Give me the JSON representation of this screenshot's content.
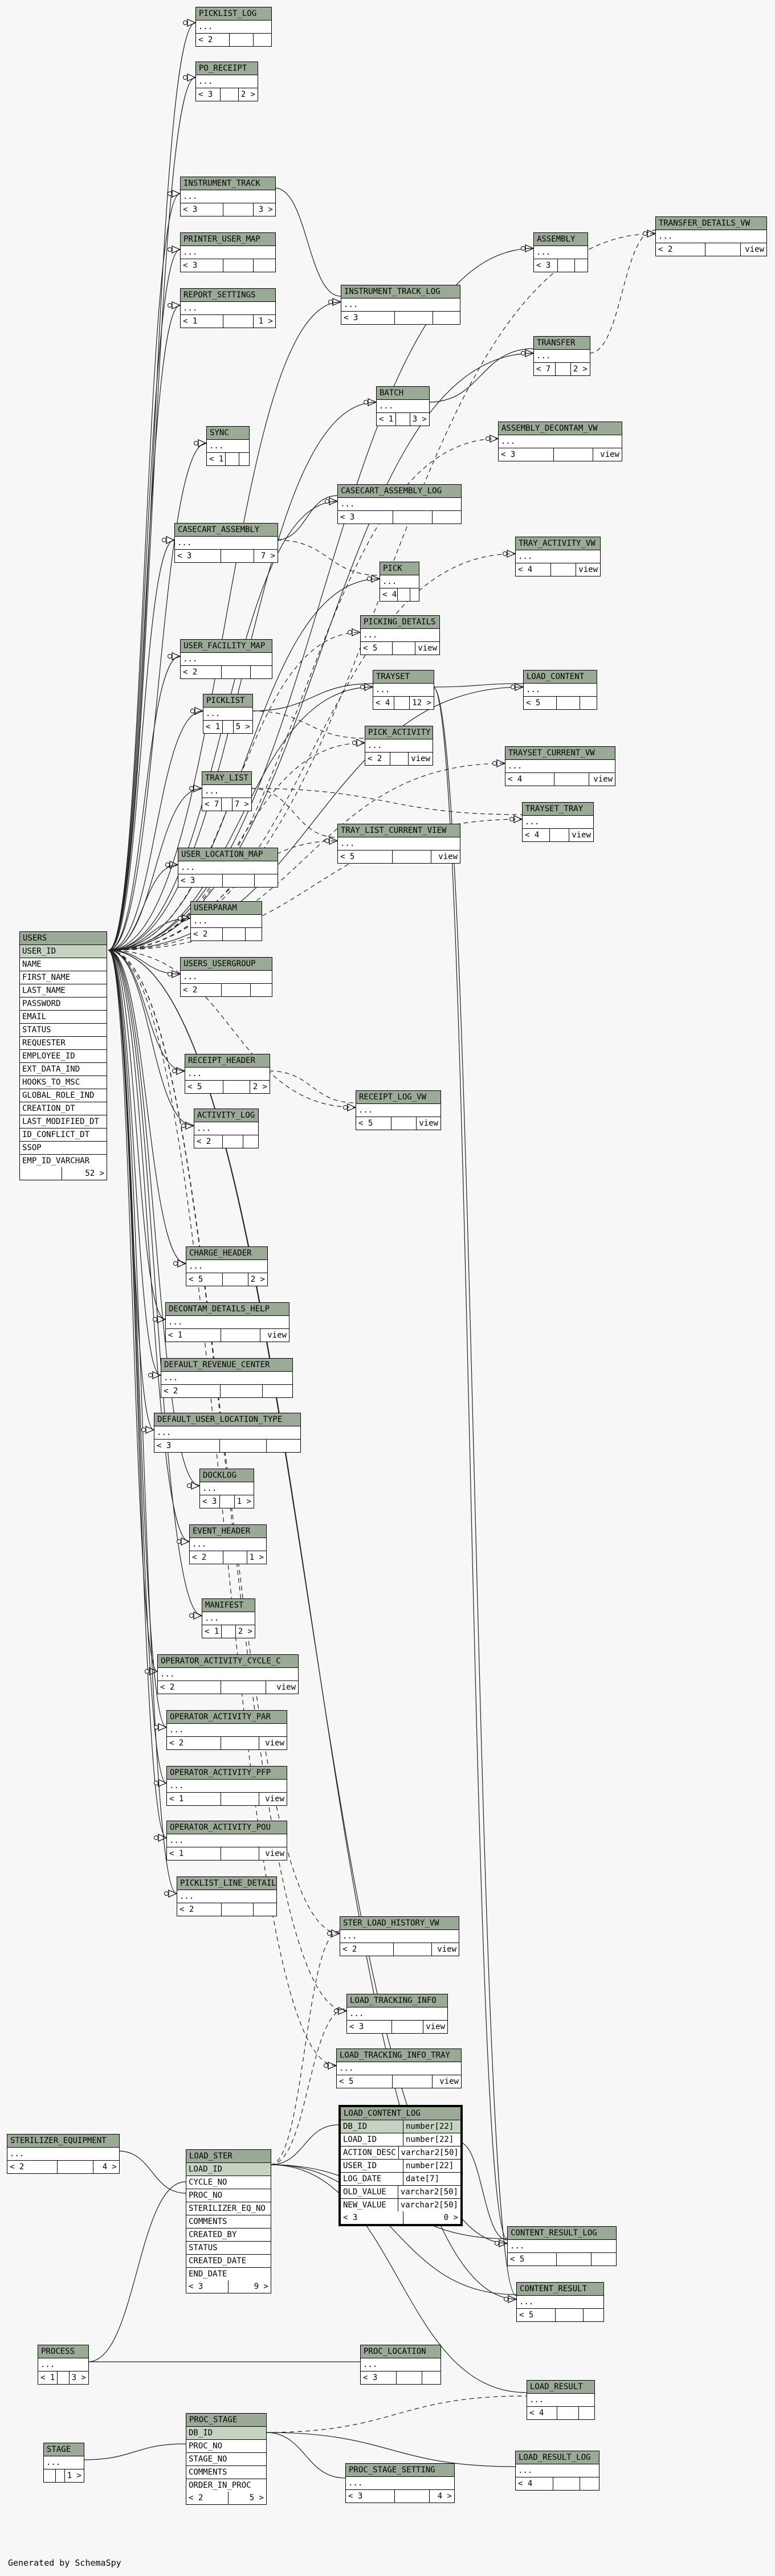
{
  "footer": "Generated by SchemaSpy",
  "tables": {
    "PICKLIST_LOG": {
      "title": "PICKLIST_LOG",
      "dots": "...",
      "left": "< 2",
      "right": ""
    },
    "PO_RECEIPT": {
      "title": "PO_RECEIPT",
      "dots": "...",
      "left": "< 3",
      "right": "2 >"
    },
    "INSTRUMENT_TRACK": {
      "title": "INSTRUMENT_TRACK",
      "dots": "...",
      "left": "< 3",
      "right": "3 >"
    },
    "PRINTER_USER_MAP": {
      "title": "PRINTER_USER_MAP",
      "dots": "...",
      "left": "< 3",
      "right": ""
    },
    "REPORT_SETTINGS": {
      "title": "REPORT_SETTINGS",
      "dots": "...",
      "left": "< 1",
      "right": "1 >"
    },
    "INSTRUMENT_TRACK_LOG": {
      "title": "INSTRUMENT_TRACK_LOG",
      "dots": "...",
      "left": "< 3",
      "right": ""
    },
    "ASSEMBLY": {
      "title": "ASSEMBLY",
      "dots": "...",
      "left": "< 3",
      "right": ""
    },
    "TRANSFER_DETAILS_VW": {
      "title": "TRANSFER_DETAILS_VW",
      "dots": "...",
      "left": "< 2",
      "right": "view"
    },
    "TRANSFER": {
      "title": "TRANSFER",
      "dots": "...",
      "left": "< 7",
      "right": "2 >"
    },
    "BATCH": {
      "title": "BATCH",
      "dots": "...",
      "left": "< 1",
      "right": "3 >"
    },
    "ASSEMBLY_DECONTAM_VW": {
      "title": "ASSEMBLY_DECONTAM_VW",
      "dots": "...",
      "left": "< 3",
      "right": "view"
    },
    "SYNC": {
      "title": "SYNC",
      "dots": "...",
      "left": "< 1",
      "right": ""
    },
    "CASECART_ASSEMBLY_LOG": {
      "title": "CASECART_ASSEMBLY_LOG",
      "dots": "...",
      "left": "< 3",
      "right": ""
    },
    "CASECART_ASSEMBLY": {
      "title": "CASECART_ASSEMBLY",
      "dots": "...",
      "left": "< 3",
      "right": "7 >"
    },
    "TRAY_ACTIVITY_VW": {
      "title": "TRAY_ACTIVITY_VW",
      "dots": "...",
      "left": "< 4",
      "right": "view"
    },
    "PICK": {
      "title": "PICK",
      "dots": "...",
      "left": "< 4",
      "right": ""
    },
    "PICKING_DETAILS": {
      "title": "PICKING_DETAILS",
      "dots": "...",
      "left": "< 5",
      "right": "view"
    },
    "USER_FACILITY_MAP": {
      "title": "USER_FACILITY_MAP",
      "dots": "...",
      "left": "< 2",
      "right": ""
    },
    "TRAYSET": {
      "title": "TRAYSET",
      "dots": "...",
      "left": "< 4",
      "right": "12 >"
    },
    "LOAD_CONTENT": {
      "title": "LOAD_CONTENT",
      "dots": "...",
      "left": "< 5",
      "right": ""
    },
    "PICKLIST": {
      "title": "PICKLIST",
      "dots": "...",
      "left": "< 1",
      "right": "5 >"
    },
    "PICK_ACTIVITY": {
      "title": "PICK_ACTIVITY",
      "dots": "...",
      "left": "< 2",
      "right": "view"
    },
    "TRAYSET_CURRENT_VW": {
      "title": "TRAYSET_CURRENT_VW",
      "dots": "...",
      "left": "< 4",
      "right": "view"
    },
    "TRAY_LIST": {
      "title": "TRAY_LIST",
      "dots": "...",
      "left": "< 7",
      "right": "7 >"
    },
    "TRAYSET_TRAY": {
      "title": "TRAYSET_TRAY",
      "dots": "...",
      "left": "< 4",
      "right": "view"
    },
    "TRAY_LIST_CURRENT_VIEW": {
      "title": "TRAY_LIST_CURRENT_VIEW",
      "dots": "...",
      "left": "< 5",
      "right": "view"
    },
    "USER_LOCATION_MAP": {
      "title": "USER_LOCATION_MAP",
      "dots": "...",
      "left": "< 3",
      "right": ""
    },
    "USERPARAM": {
      "title": "USERPARAM",
      "dots": "...",
      "left": "< 2",
      "right": ""
    },
    "USERS_USERGROUP": {
      "title": "USERS_USERGROUP",
      "dots": "...",
      "left": "< 2",
      "right": ""
    },
    "RECEIPT_HEADER": {
      "title": "RECEIPT_HEADER",
      "dots": "...",
      "left": "< 5",
      "right": "2 >"
    },
    "RECEIPT_LOG_VW": {
      "title": "RECEIPT_LOG_VW",
      "dots": "...",
      "left": "< 5",
      "right": "view"
    },
    "ACTIVITY_LOG": {
      "title": "ACTIVITY_LOG",
      "dots": "...",
      "left": "< 2",
      "right": ""
    },
    "CHARGE_HEADER": {
      "title": "CHARGE_HEADER",
      "dots": "...",
      "left": "< 5",
      "right": "2 >"
    },
    "DECONTAM_DETAILS_HELP": {
      "title": "DECONTAM_DETAILS_HELP",
      "dots": "...",
      "left": "< 1",
      "right": "view"
    },
    "DEFAULT_REVENUE_CENTER": {
      "title": "DEFAULT_REVENUE_CENTER",
      "dots": "...",
      "left": "< 2",
      "right": ""
    },
    "DEFAULT_USER_LOCATION_TYPE": {
      "title": "DEFAULT_USER_LOCATION_TYPE",
      "dots": "...",
      "left": "< 3",
      "right": ""
    },
    "DOCKLOG": {
      "title": "DOCKLOG",
      "dots": "...",
      "left": "< 3",
      "right": "1 >"
    },
    "EVENT_HEADER": {
      "title": "EVENT_HEADER",
      "dots": "...",
      "left": "< 2",
      "right": "1 >"
    },
    "MANIFEST": {
      "title": "MANIFEST",
      "dots": "...",
      "left": "< 1",
      "right": "2 >"
    },
    "OPERATOR_ACTIVITY_CYCLE_C": {
      "title": "OPERATOR_ACTIVITY_CYCLE_C",
      "dots": "...",
      "left": "< 2",
      "right": "view"
    },
    "OPERATOR_ACTIVITY_PAR": {
      "title": "OPERATOR_ACTIVITY_PAR",
      "dots": "...",
      "left": "< 2",
      "right": "view"
    },
    "OPERATOR_ACTIVITY_PFP": {
      "title": "OPERATOR_ACTIVITY_PFP",
      "dots": "...",
      "left": "< 1",
      "right": "view"
    },
    "OPERATOR_ACTIVITY_POU": {
      "title": "OPERATOR_ACTIVITY_POU",
      "dots": "...",
      "left": "< 1",
      "right": "view"
    },
    "PICKLIST_LINE_DETAIL": {
      "title": "PICKLIST_LINE_DETAIL",
      "dots": "...",
      "left": "< 2",
      "right": ""
    },
    "STER_LOAD_HISTORY_VW": {
      "title": "STER_LOAD_HISTORY_VW",
      "dots": "...",
      "left": "< 2",
      "right": "view"
    },
    "LOAD_TRACKING_INFO": {
      "title": "LOAD_TRACKING_INFO",
      "dots": "...",
      "left": "< 3",
      "right": "view"
    },
    "LOAD_TRACKING_INFO_TRAY": {
      "title": "LOAD_TRACKING_INFO_TRAY",
      "dots": "...",
      "left": "< 5",
      "right": "view"
    },
    "STERILIZER_EQUIPMENT": {
      "title": "STERILIZER_EQUIPMENT",
      "dots": "...",
      "left": "< 2",
      "right": "4 >"
    },
    "CONTENT_RESULT_LOG": {
      "title": "CONTENT_RESULT_LOG",
      "dots": "...",
      "left": "< 5",
      "right": ""
    },
    "CONTENT_RESULT": {
      "title": "CONTENT_RESULT",
      "dots": "...",
      "left": "< 5",
      "right": ""
    },
    "PROCESS": {
      "title": "PROCESS",
      "dots": "...",
      "left": "< 1",
      "right": "3 >"
    },
    "PROC_LOCATION": {
      "title": "PROC_LOCATION",
      "dots": "...",
      "left": "< 3",
      "right": ""
    },
    "LOAD_RESULT": {
      "title": "LOAD_RESULT",
      "dots": "...",
      "left": "< 4",
      "right": ""
    },
    "STAGE": {
      "title": "STAGE",
      "dots": "...",
      "left": "",
      "right": "1 >"
    },
    "LOAD_RESULT_LOG": {
      "title": "LOAD_RESULT_LOG",
      "dots": "...",
      "left": "< 4",
      "right": ""
    },
    "PROC_STAGE_SETTING": {
      "title": "PROC_STAGE_SETTING",
      "dots": "...",
      "left": "< 3",
      "right": "4 >"
    }
  },
  "users": {
    "title": "USERS",
    "columns": [
      "USER_ID",
      "NAME",
      "FIRST_NAME",
      "LAST_NAME",
      "PASSWORD",
      "EMAIL",
      "STATUS",
      "REQUESTER",
      "EMPLOYEE_ID",
      "EXT_DATA_IND",
      "HOOKS_TO_MSC",
      "GLOBAL_ROLE_IND",
      "CREATION_DT",
      "LAST_MODIFIED_DT",
      "ID_CONFLICT_DT",
      "SSOP",
      "EMP_ID_VARCHAR"
    ],
    "footer_left": "",
    "footer_right": "52 >"
  },
  "ster": {
    "title": "LOAD_STER",
    "columns": [
      "LOAD_ID",
      "CYCLE_NO",
      "PROC_NO",
      "STERILIZER_EQ_NO",
      "COMMENTS",
      "CREATED_BY",
      "STATUS",
      "CREATED_DATE",
      "END_DATE"
    ],
    "footer_left": "< 3",
    "footer_right": "9 >"
  },
  "stage": {
    "title": "PROC_STAGE",
    "columns": [
      "DB_ID",
      "PROC_NO",
      "STAGE_NO",
      "COMMENTS",
      "ORDER_IN_PROC"
    ],
    "footer_left": "< 2",
    "footer_right": "5 >"
  },
  "lcl": {
    "title": "LOAD_CONTENT_LOG",
    "rows": [
      {
        "name": "DB_ID",
        "type": "number[22]"
      },
      {
        "name": "LOAD_ID",
        "type": "number[22]"
      },
      {
        "name": "ACTION_DESC",
        "type": "varchar2[50]"
      },
      {
        "name": "USER_ID",
        "type": "number[22]"
      },
      {
        "name": "LOG_DATE",
        "type": "date[7]"
      },
      {
        "name": "OLD_VALUE",
        "type": "varchar2[50]"
      },
      {
        "name": "NEW_VALUE",
        "type": "varchar2[50]"
      }
    ],
    "footer_left": "< 3",
    "footer_right": "0 >"
  }
}
